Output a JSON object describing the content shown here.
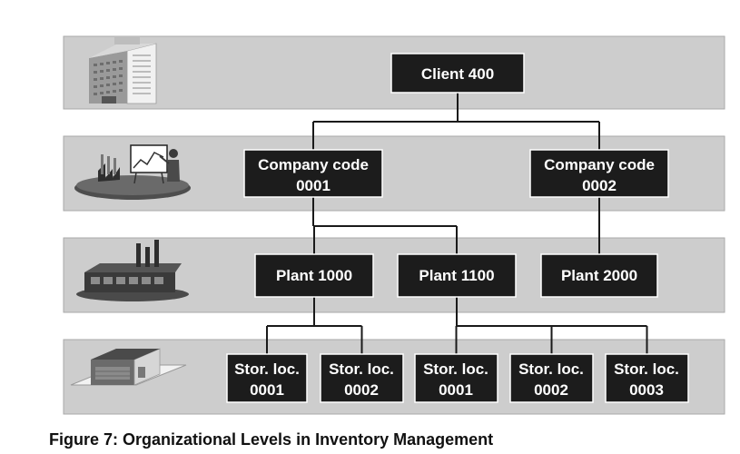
{
  "diagram": {
    "caption": "Figure 7: Organizational Levels in Inventory Management",
    "levels": [
      {
        "id": "client",
        "icon": "office-building-icon"
      },
      {
        "id": "company",
        "icon": "factory-with-presenter-icon"
      },
      {
        "id": "plant",
        "icon": "industrial-plant-icon"
      },
      {
        "id": "storage",
        "icon": "warehouse-icon"
      }
    ],
    "nodes": [
      {
        "id": "client-400",
        "lines": [
          "Client 400"
        ]
      },
      {
        "id": "company-code-0001",
        "lines": [
          "Company code",
          "0001"
        ]
      },
      {
        "id": "company-code-0002",
        "lines": [
          "Company code",
          "0002"
        ]
      },
      {
        "id": "plant-1000",
        "lines": [
          "Plant 1000"
        ]
      },
      {
        "id": "plant-1100",
        "lines": [
          "Plant 1100"
        ]
      },
      {
        "id": "plant-2000",
        "lines": [
          "Plant 2000"
        ]
      },
      {
        "id": "stor-loc-1000-0001",
        "lines": [
          "Stor. loc.",
          "0001"
        ]
      },
      {
        "id": "stor-loc-1000-0002",
        "lines": [
          "Stor. loc.",
          "0002"
        ]
      },
      {
        "id": "stor-loc-1100-0001",
        "lines": [
          "Stor. loc.",
          "0001"
        ]
      },
      {
        "id": "stor-loc-1100-0002",
        "lines": [
          "Stor. loc.",
          "0002"
        ]
      },
      {
        "id": "stor-loc-1100-0003",
        "lines": [
          "Stor. loc.",
          "0003"
        ]
      }
    ],
    "edges": [
      [
        "client-400",
        "company-code-0001"
      ],
      [
        "client-400",
        "company-code-0002"
      ],
      [
        "company-code-0001",
        "plant-1000"
      ],
      [
        "company-code-0001",
        "plant-1100"
      ],
      [
        "company-code-0002",
        "plant-2000"
      ],
      [
        "plant-1000",
        "stor-loc-1000-0001"
      ],
      [
        "plant-1000",
        "stor-loc-1000-0002"
      ],
      [
        "plant-1100",
        "stor-loc-1100-0001"
      ],
      [
        "plant-1100",
        "stor-loc-1100-0002"
      ],
      [
        "plant-1100",
        "stor-loc-1100-0003"
      ]
    ]
  }
}
